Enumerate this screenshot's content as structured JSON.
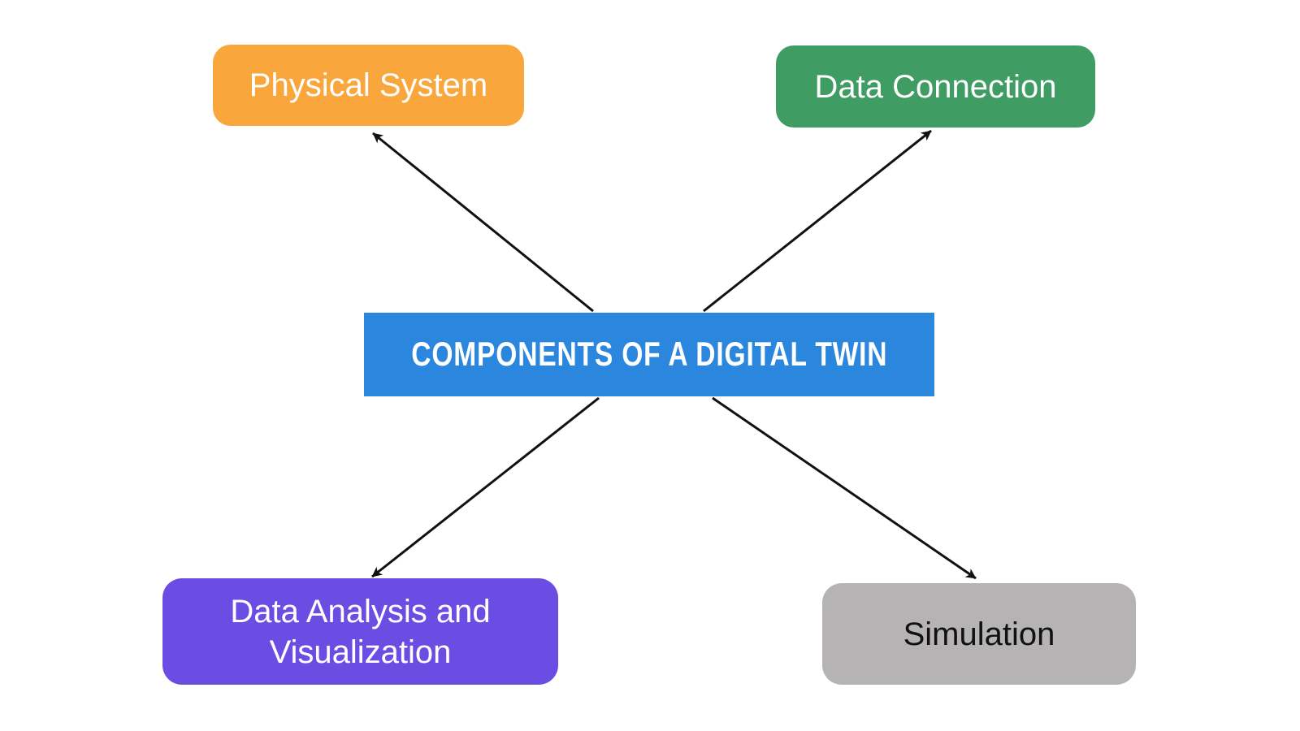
{
  "page": {
    "background": "#FFFFFF"
  },
  "diagram": {
    "type": "mind-map",
    "edge_color": "#111111",
    "center": {
      "id": "center",
      "label": "COMPONENTS OF A DIGITAL TWIN",
      "fill": "#2B86DE",
      "text_color": "#FFFFFF"
    },
    "nodes": [
      {
        "id": "physical-system",
        "label": "Physical System",
        "fill": "#F9A63C",
        "text_color": "#FFFFFF",
        "position": "top-left"
      },
      {
        "id": "data-connection",
        "label": "Data Connection",
        "fill": "#3F9D64",
        "text_color": "#FFFFFF",
        "position": "top-right"
      },
      {
        "id": "data-analysis-visualization",
        "label": "Data Analysis and Visualization",
        "fill": "#6B4DE4",
        "text_color": "#FFFFFF",
        "position": "bottom-left"
      },
      {
        "id": "simulation",
        "label": "Simulation",
        "fill": "#B5B3B3",
        "text_color": "#111111",
        "position": "bottom-right"
      }
    ],
    "edges": [
      {
        "from": "center",
        "to": "physical-system",
        "arrowhead": "end"
      },
      {
        "from": "center",
        "to": "data-connection",
        "arrowhead": "end"
      },
      {
        "from": "center",
        "to": "data-analysis-visualization",
        "arrowhead": "end"
      },
      {
        "from": "center",
        "to": "simulation",
        "arrowhead": "end"
      }
    ]
  }
}
